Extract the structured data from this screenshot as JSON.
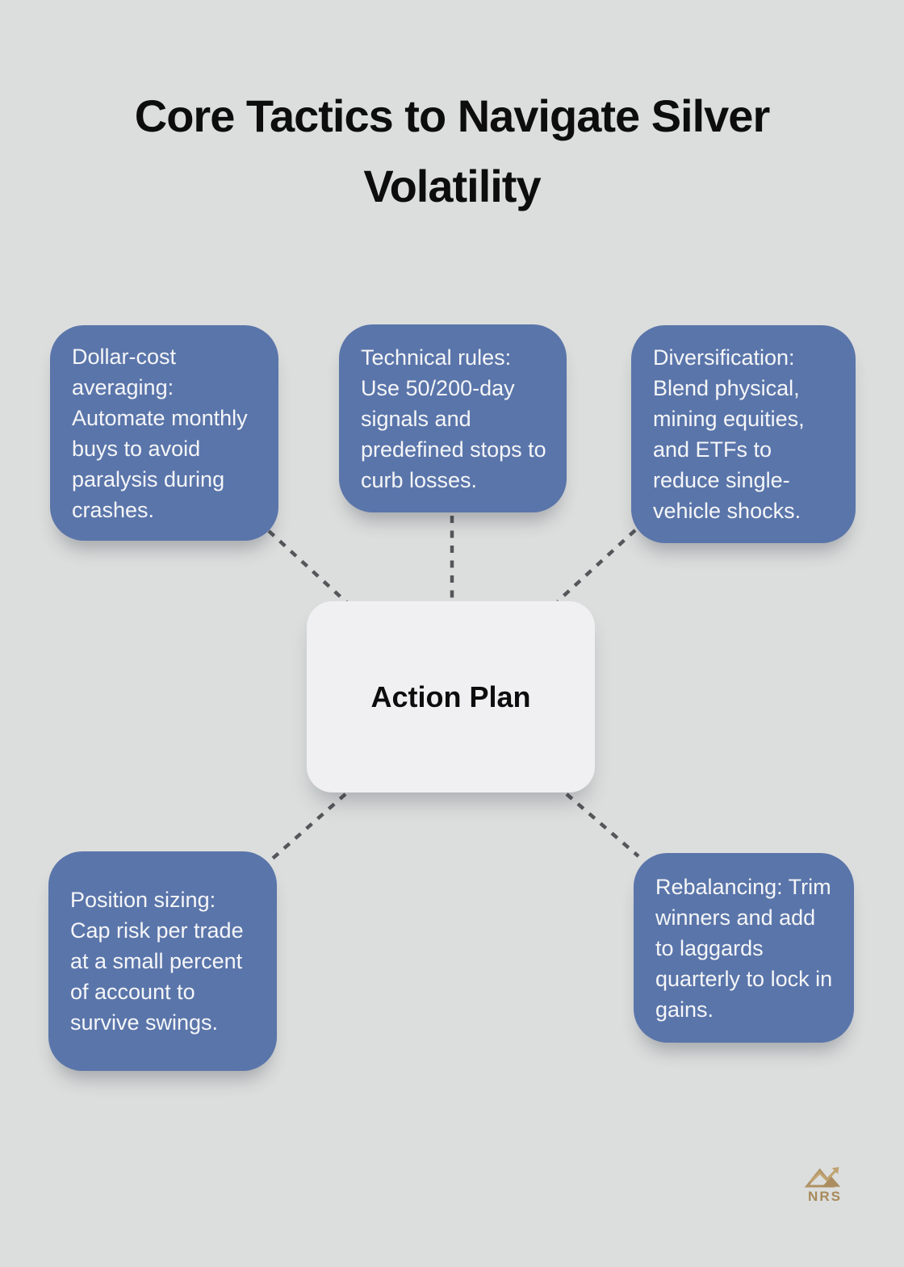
{
  "title": {
    "line1": "Core Tactics to Navigate Silver",
    "line2": "Volatility"
  },
  "center": {
    "label": "Action Plan"
  },
  "nodes": [
    {
      "id": "dollar-cost-averaging",
      "text": "Dollar-cost averaging: Automate monthly buys to avoid paralysis during crashes."
    },
    {
      "id": "technical-rules",
      "text": "Technical rules: Use 50/200-day signals and predefined stops to curb losses."
    },
    {
      "id": "diversification",
      "text": "Diversification: Blend physical, mining equities, and ETFs to reduce single-vehicle shocks."
    },
    {
      "id": "position-sizing",
      "text": "Position sizing: Cap risk per trade at a small percent of account to survive swings."
    },
    {
      "id": "rebalancing",
      "text": "Rebalancing: Trim winners and add to laggards quarterly to lock in gains."
    }
  ],
  "logo": {
    "text": "NRS"
  },
  "colors": {
    "background": "#dcdedd",
    "node_fill": "#5a75aa",
    "node_text": "#f5f6f8",
    "center_fill": "#f0f0f2",
    "title_text": "#0d0d0d",
    "connector": "#54575a",
    "logo_gold": "#a8895a"
  }
}
